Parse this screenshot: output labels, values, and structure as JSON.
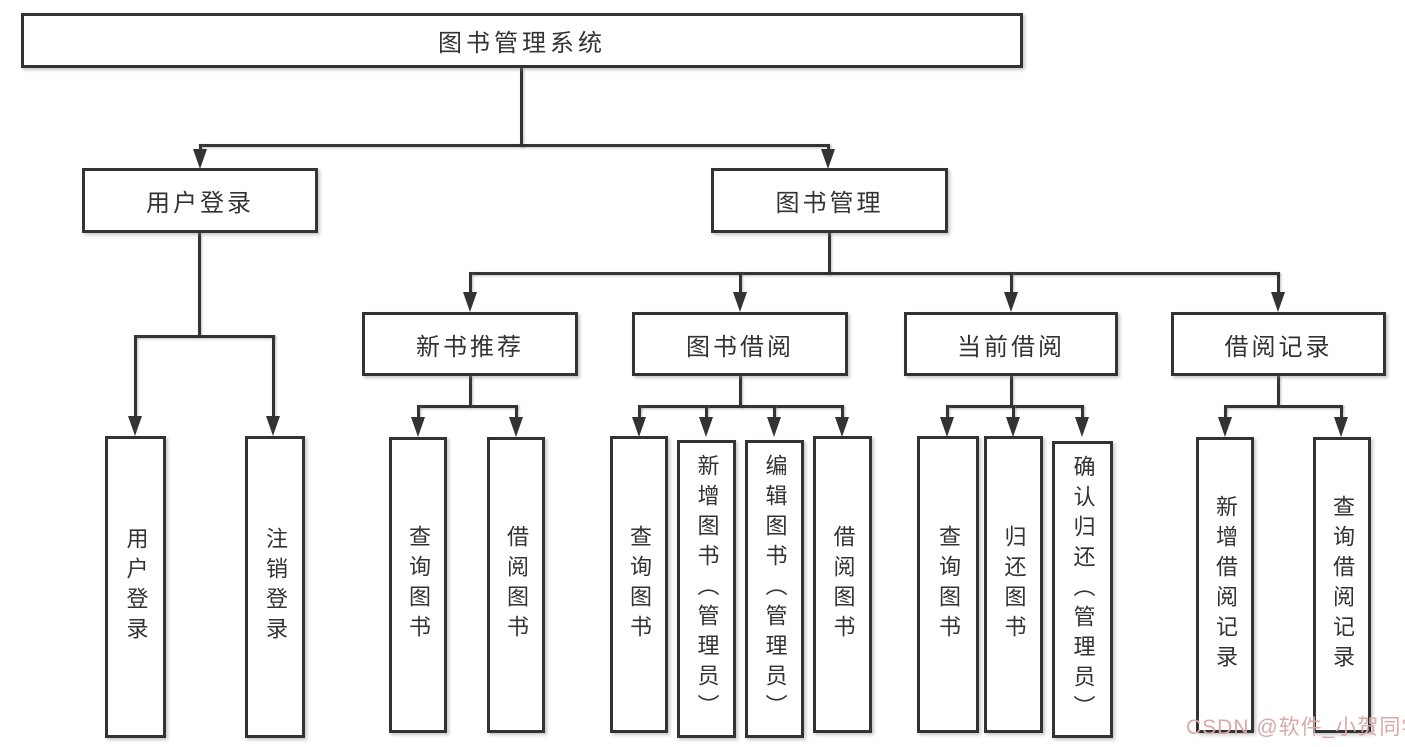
{
  "tree": {
    "label": "图书管理系统",
    "children": [
      {
        "label": "用户登录",
        "children": [
          {
            "label": "用户登录"
          },
          {
            "label": "注销登录"
          }
        ]
      },
      {
        "label": "图书管理",
        "children": [
          {
            "label": "新书推荐",
            "children": [
              {
                "label": "查询图书"
              },
              {
                "label": "借阅图书"
              }
            ]
          },
          {
            "label": "图书借阅",
            "children": [
              {
                "label": "查询图书"
              },
              {
                "label": "新增图书（管理员）"
              },
              {
                "label": "编辑图书（管理员）"
              },
              {
                "label": "借阅图书"
              }
            ]
          },
          {
            "label": "当前借阅",
            "children": [
              {
                "label": "查询图书"
              },
              {
                "label": "归还图书"
              },
              {
                "label": "确认归还（管理员）"
              }
            ]
          },
          {
            "label": "借阅记录",
            "children": [
              {
                "label": "新增借阅记录"
              },
              {
                "label": "查询借阅记录"
              }
            ]
          }
        ]
      }
    ]
  },
  "watermark": {
    "text": "CSDN @软件_小贺同学"
  },
  "colors": {
    "line": "#333333",
    "box_background": "#ffffff",
    "text": "#333333",
    "watermark": "#dca8a8"
  }
}
